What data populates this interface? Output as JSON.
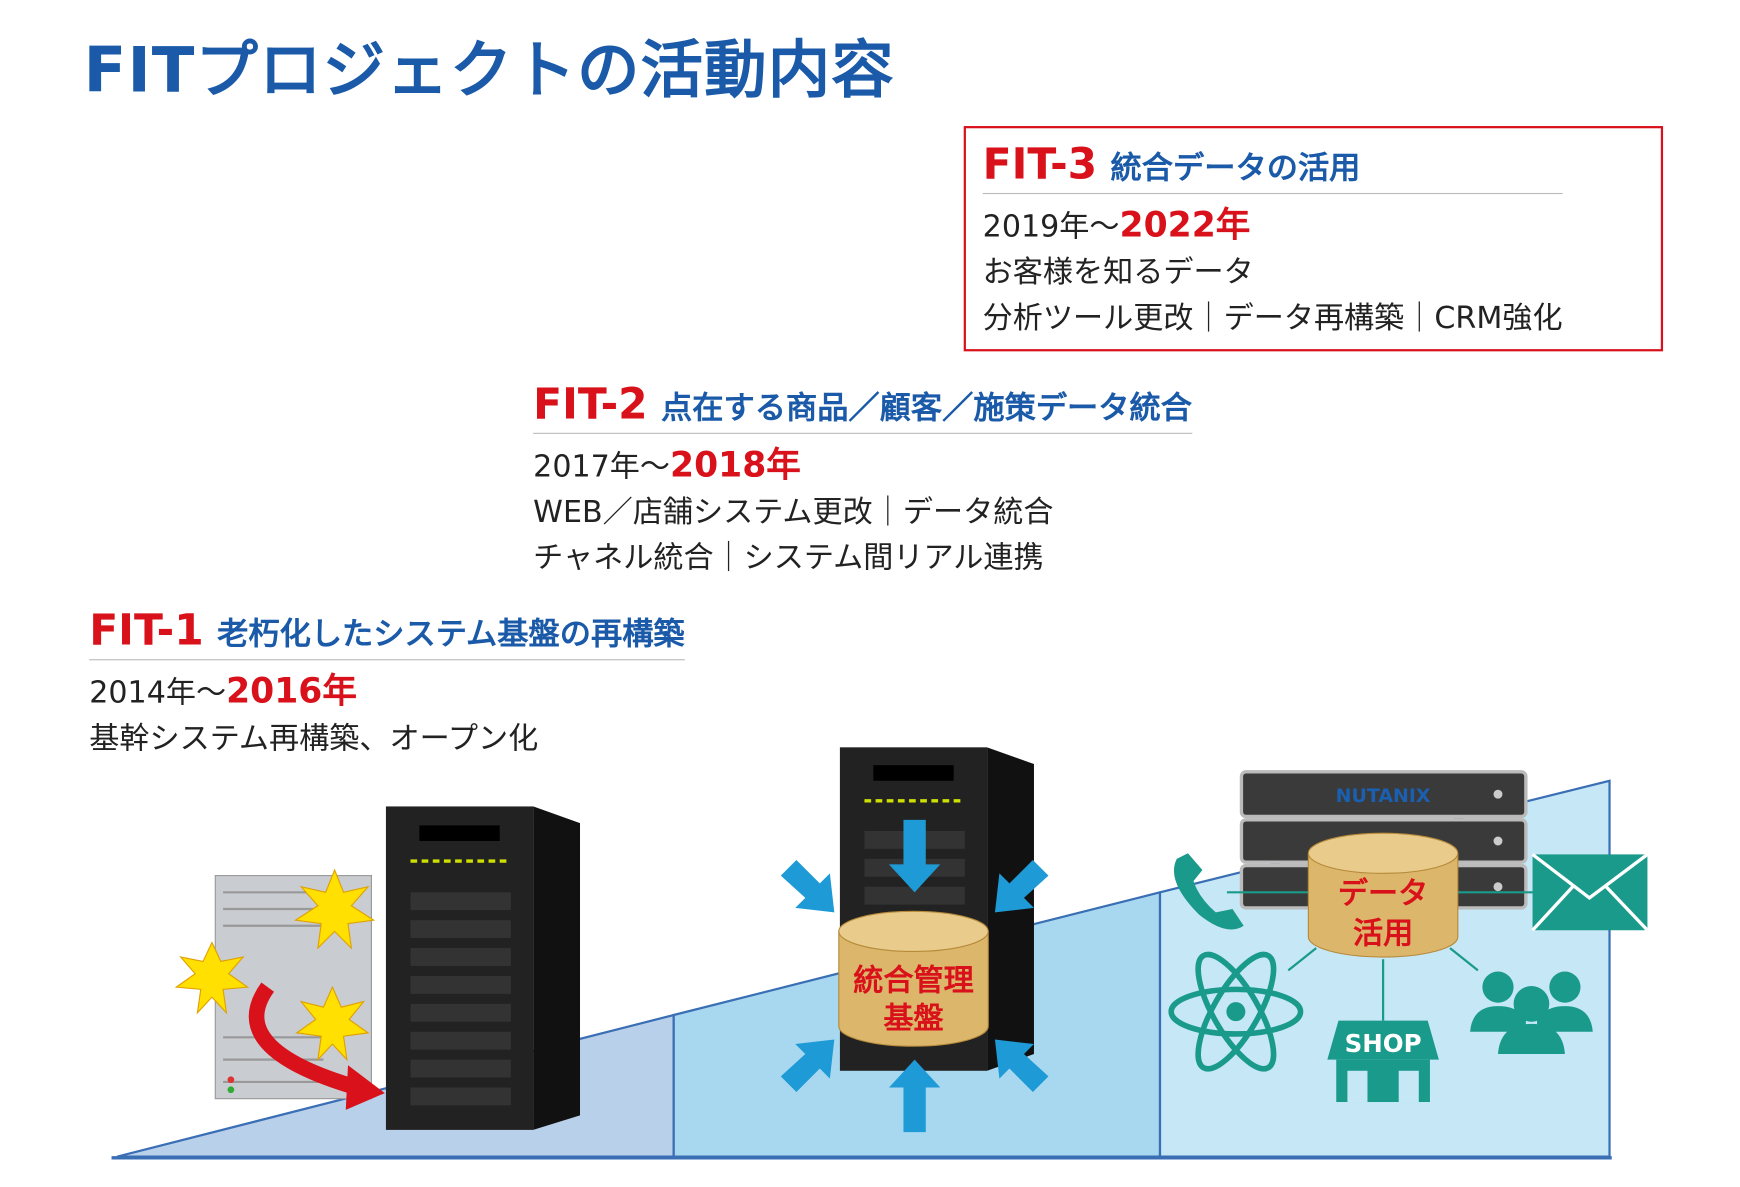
{
  "title": "FITプロジェクトの活動内容",
  "phases": [
    {
      "code": "FIT-1",
      "subtitle": "老朽化したシステム基盤の再構築",
      "period_start": "2014年〜",
      "period_end": "2016年",
      "lines": [
        "基幹システム再構築、オープン化"
      ]
    },
    {
      "code": "FIT-2",
      "subtitle": "点在する商品／顧客／施策データ統合",
      "period_start": "2017年〜",
      "period_end": "2018年",
      "lines": [
        "WEB／店舗システム更改｜データ統合",
        "チャネル統合｜システム間リアル連携"
      ]
    },
    {
      "code": "FIT-3",
      "subtitle": "統合データの活用",
      "period_start": "2019年〜",
      "period_end": "2022年",
      "lines": [
        "お客様を知るデータ",
        "分析ツール更改｜データ再構築｜CRM強化"
      ]
    }
  ],
  "illustration": {
    "db1_line1": "統合管理",
    "db1_line2": "基盤",
    "db2_line1": "データ",
    "db2_line2": "活用",
    "server_brand": "NUTANIX",
    "shop_label": "SHOP"
  },
  "colors": {
    "title": "#1a5aa8",
    "accent": "#d9111a",
    "icon": "#1a9a8a"
  }
}
